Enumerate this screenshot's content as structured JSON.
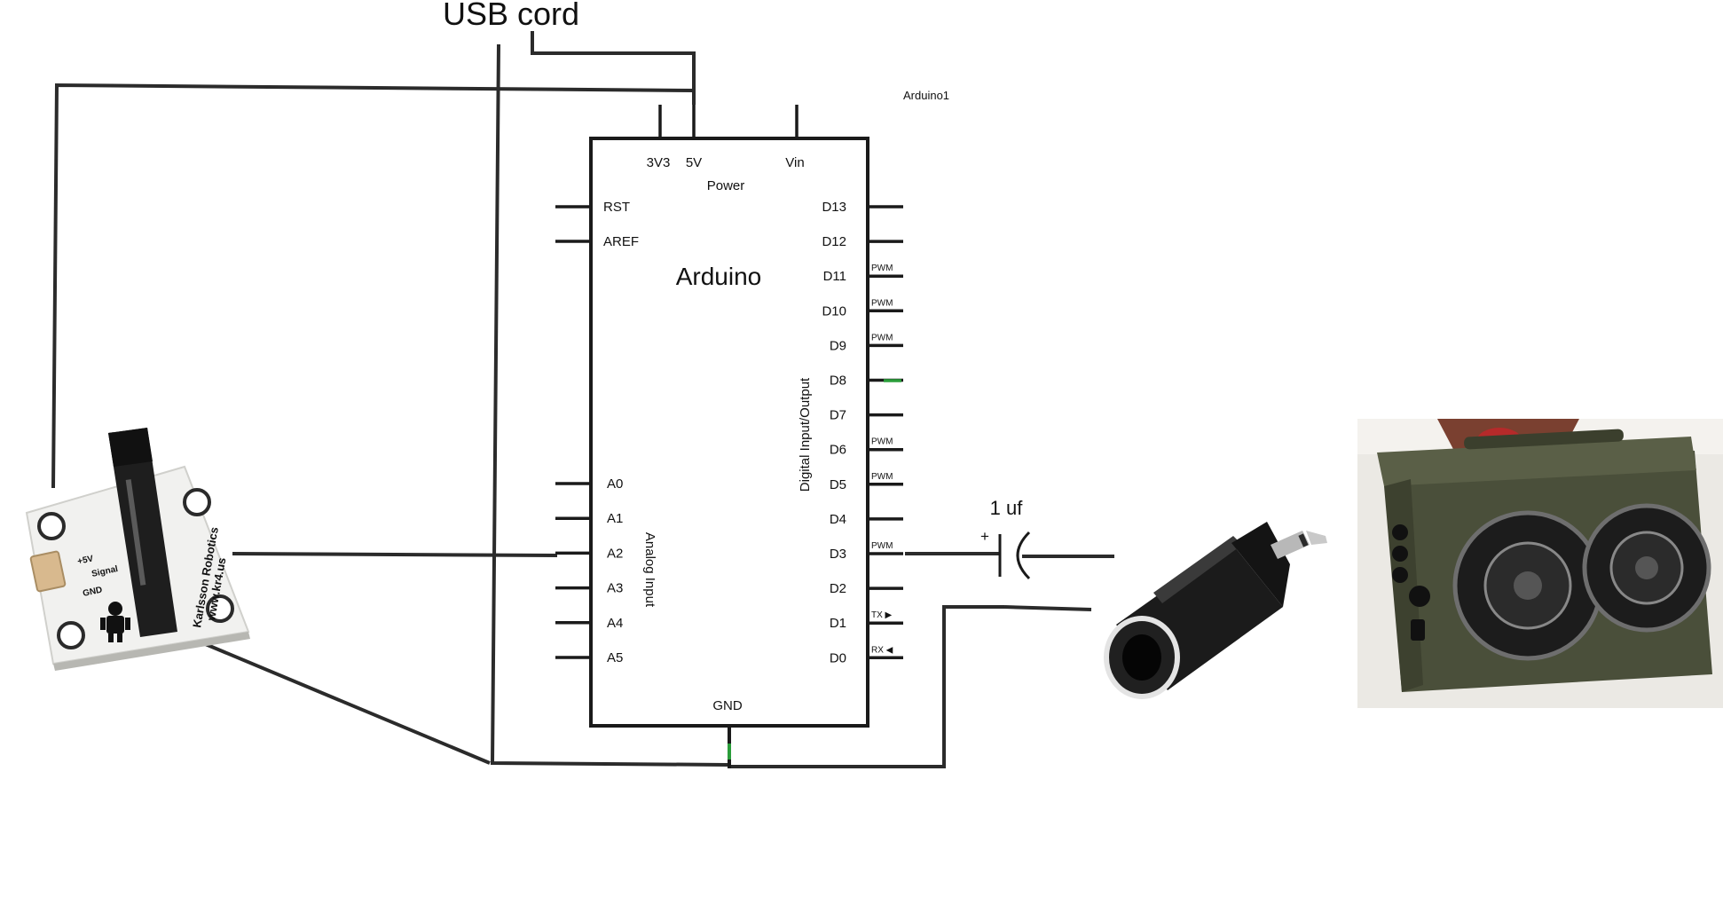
{
  "usb_label": "USB cord",
  "part_ref": "Arduino1",
  "arduino": {
    "title": "Arduino",
    "power_label": "Power",
    "power_pins": [
      "3V3",
      "5V",
      "Vin"
    ],
    "left_pins": [
      "RST",
      "AREF"
    ],
    "analog_pins": [
      "A0",
      "A1",
      "A2",
      "A3",
      "A4",
      "A5"
    ],
    "analog_label": "Analog Input",
    "digital_label": "Digital Input/Output",
    "digital_pins": [
      "D13",
      "D12",
      "D11",
      "D10",
      "D9",
      "D8",
      "D7",
      "D6",
      "D5",
      "D4",
      "D3",
      "D2",
      "D1",
      "D0"
    ],
    "pin_tags": [
      "",
      "",
      "PWM",
      "PWM",
      "PWM",
      "",
      "",
      "PWM",
      "PWM",
      "",
      "PWM",
      "",
      "TX ▶",
      "RX ◀"
    ],
    "gnd_label": "GND"
  },
  "capacitor": {
    "value": "1 uf",
    "polarity": "+"
  },
  "sensor_board": {
    "brand": "Karlsson Robotics",
    "url": "www.kr4.us",
    "pin_labels": [
      "+5V",
      "Signal",
      "GND"
    ]
  },
  "colors": {
    "wire": "#2b2b2b",
    "accent_green": "#2a9d3a",
    "board_outline": "#1a1a1a"
  }
}
